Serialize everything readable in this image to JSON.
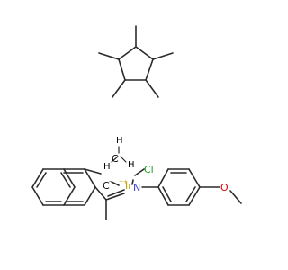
{
  "atoms": {
    "ir": {
      "label": "Ir",
      "charge": "++",
      "color": "#c0a000"
    },
    "cl": {
      "label": "Cl",
      "color": "#1fa01f"
    },
    "n": {
      "label": "N",
      "color": "#3f3fd0"
    },
    "o": {
      "label": "O",
      "color": "#e00000"
    },
    "c_anion": {
      "label": "C",
      "charge": "-",
      "color": "#2b2b2b"
    },
    "methyl_c": {
      "label": "C",
      "color": "#2b2b2b"
    },
    "methyl_h_left": {
      "label": "H",
      "color": "#2b2b2b"
    },
    "methyl_h_right": {
      "label": "H",
      "color": "#2b2b2b"
    },
    "methyl_h_top": {
      "label": "H",
      "color": "#2b2b2b"
    }
  }
}
